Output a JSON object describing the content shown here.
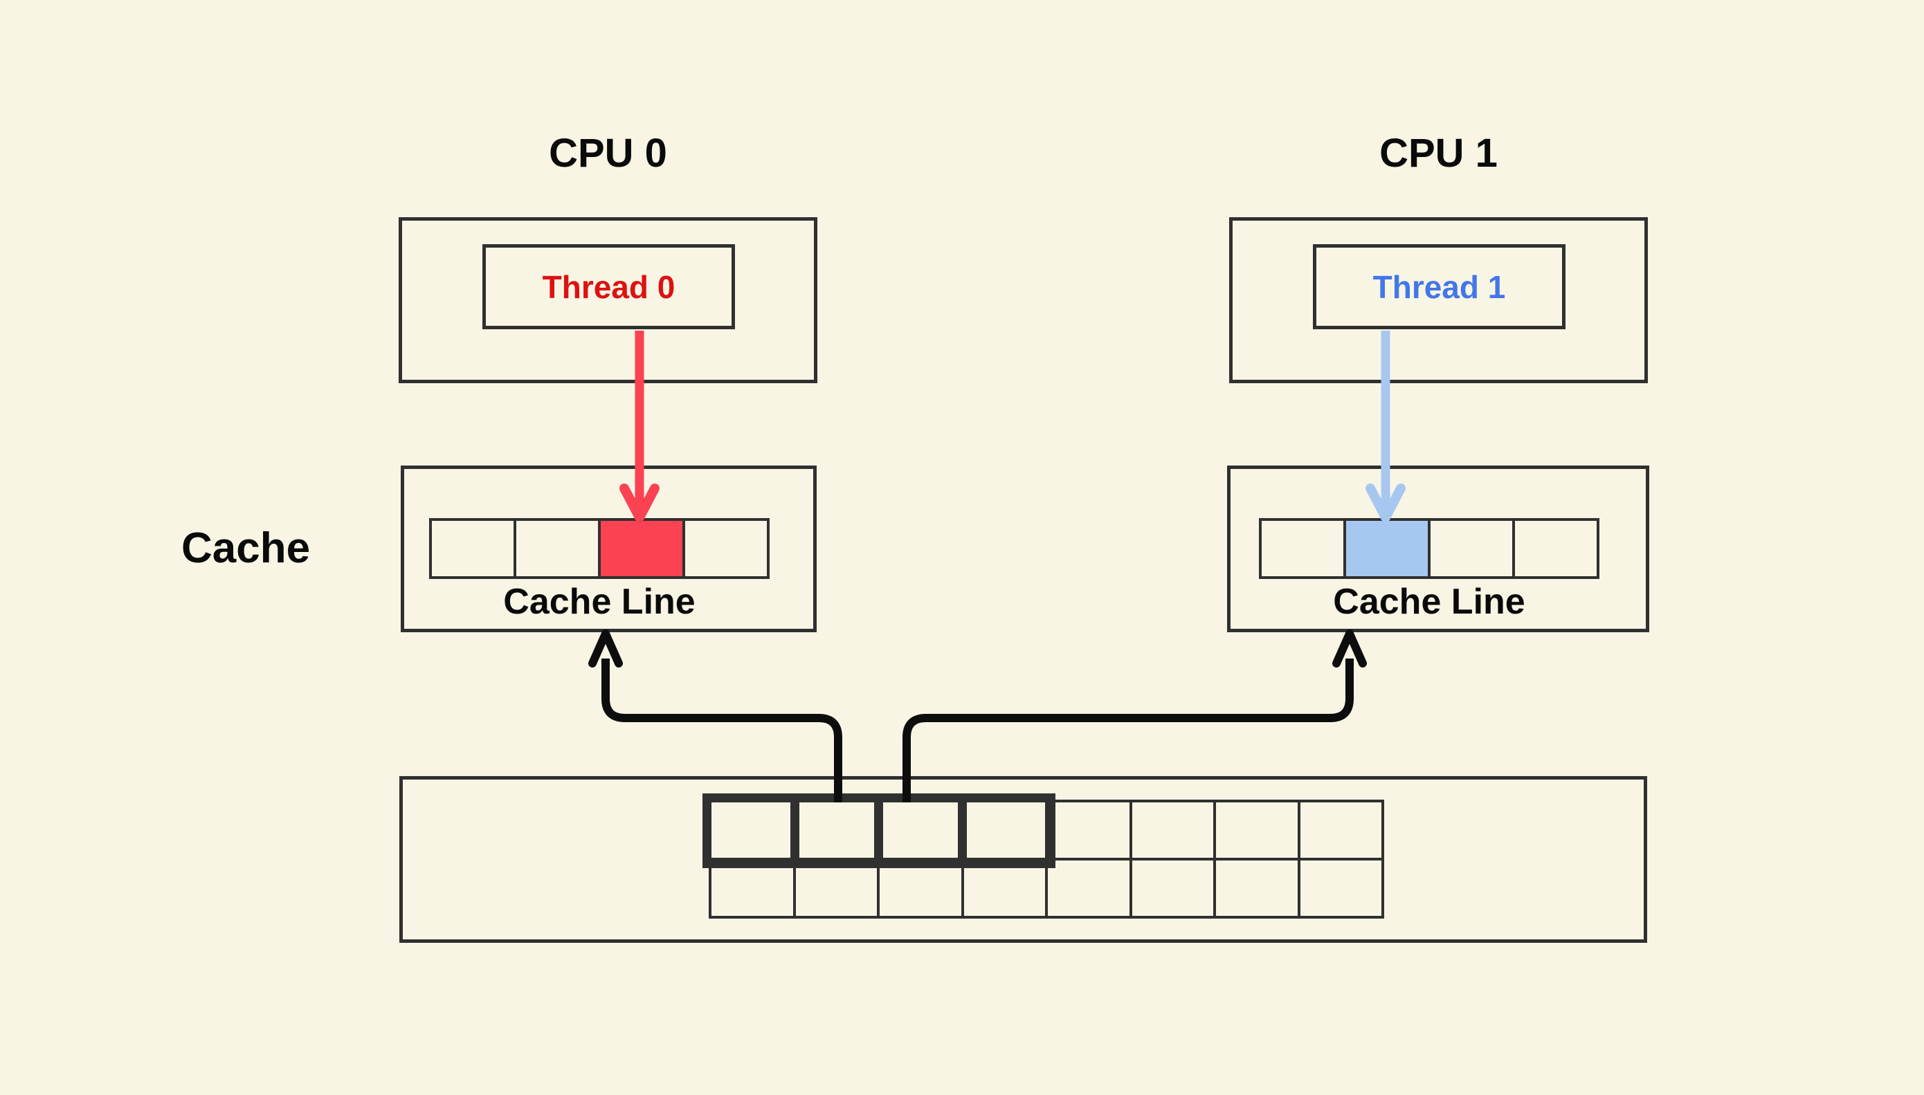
{
  "colors": {
    "background": "#F8F5E4",
    "line": "#303030",
    "text": "#0A0A0A",
    "thread0_text": "#DE1111",
    "thread1_text": "#4377E8",
    "red_fill": "#FA4253",
    "blue_fill": "#A6C8F0",
    "black_arrow": "#0D0D0D"
  },
  "labels": {
    "cpu0": "CPU 0",
    "cpu1": "CPU 1",
    "thread0": "Thread 0",
    "thread1": "Thread 1",
    "cache": "Cache",
    "cache_line_left": "Cache Line",
    "cache_line_right": "Cache Line"
  },
  "cache0": {
    "cells": 4,
    "highlighted_index": 2,
    "highlight_class": "red"
  },
  "cache1": {
    "cells": 4,
    "highlighted_index": 1,
    "highlight_class": "blue"
  },
  "memory": {
    "columns": 8,
    "rows": 2,
    "highlighted_row": 0,
    "highlighted_columns": 4
  }
}
